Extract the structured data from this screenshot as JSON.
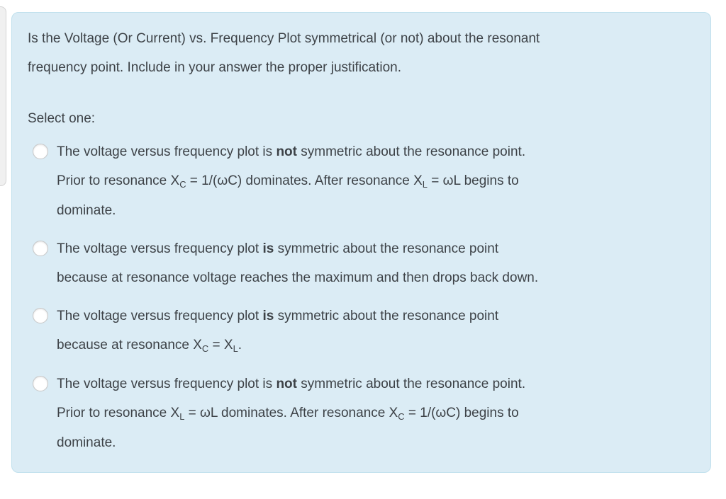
{
  "page": {
    "background_color": "#ffffff"
  },
  "side_fragment": {
    "background_color": "#f0f0f0",
    "border_color": "#d3d3d3"
  },
  "question_panel": {
    "background_color": "#dbecf5",
    "border_color": "#c0e0ed",
    "text_color": "#3d4247",
    "question_text": "Is the Voltage (Or Current) vs. Frequency Plot symmetrical (or not) about the resonant\nfrequency point. Include in your answer the proper justification.",
    "select_prompt": "Select one:",
    "options": [
      {
        "selected": false,
        "segments": [
          {
            "text": "The voltage versus frequency plot is "
          },
          {
            "text": "not",
            "bold": true
          },
          {
            "text": " symmetric about the resonance point.\nPrior to resonance X"
          },
          {
            "text": "C",
            "sub": true
          },
          {
            "text": " = 1/(ωC) dominates. After resonance X"
          },
          {
            "text": "L",
            "sub": true
          },
          {
            "text": " = ωL begins to\ndominate."
          }
        ]
      },
      {
        "selected": false,
        "segments": [
          {
            "text": "The voltage versus frequency plot "
          },
          {
            "text": "is",
            "bold": true
          },
          {
            "text": " symmetric about the resonance point\nbecause at resonance voltage reaches the maximum and then drops back down."
          }
        ]
      },
      {
        "selected": false,
        "segments": [
          {
            "text": "The voltage versus frequency plot "
          },
          {
            "text": "is",
            "bold": true
          },
          {
            "text": " symmetric about the resonance point\nbecause at resonance X"
          },
          {
            "text": "C",
            "sub": true
          },
          {
            "text": " = X"
          },
          {
            "text": "L",
            "sub": true
          },
          {
            "text": "."
          }
        ]
      },
      {
        "selected": false,
        "segments": [
          {
            "text": "The voltage versus frequency plot is "
          },
          {
            "text": "not",
            "bold": true
          },
          {
            "text": " symmetric about the resonance point.\nPrior to resonance X"
          },
          {
            "text": "L",
            "sub": true
          },
          {
            "text": " = ωL dominates. After resonance X"
          },
          {
            "text": "C",
            "sub": true
          },
          {
            "text": " = 1/(ωC) begins to\ndominate."
          }
        ]
      }
    ]
  }
}
